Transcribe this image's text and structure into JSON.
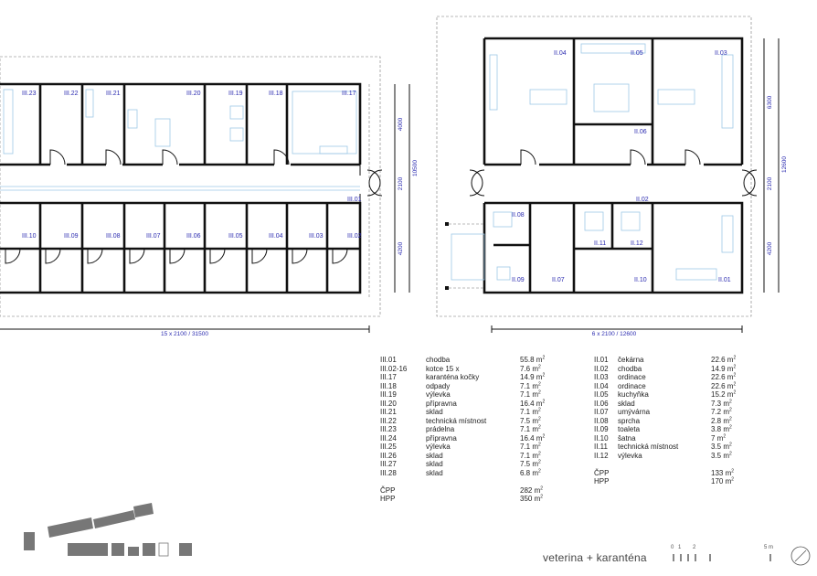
{
  "drawing_title": "veterina + karanténa",
  "scale_labels": [
    "0",
    "1",
    "2",
    "5 m"
  ],
  "colors": {
    "labels": "#2b2bb0",
    "walls": "#111111",
    "fixtures": "#9ec9e6"
  },
  "left_plan": {
    "top_rooms": [
      "III.23",
      "III.22",
      "III.21",
      "III.20",
      "III.19",
      "III.18",
      "III.17"
    ],
    "corridor": "III.01",
    "bottom_rooms": [
      "III.10",
      "III.09",
      "III.08",
      "III.07",
      "III.06",
      "III.05",
      "III.04",
      "III.03",
      "III.02"
    ],
    "dims": {
      "width": "15 x 2100 / 31500",
      "top_depth": "4000",
      "corridor": "2100",
      "bottom_depth": "4200",
      "total": "10500"
    }
  },
  "right_plan": {
    "rooms": [
      "II.04",
      "II.05",
      "II.03",
      "II.06",
      "II.02",
      "II.08",
      "II.11",
      "II.12",
      "II.09",
      "II.07",
      "II.10",
      "II.01"
    ],
    "dims": {
      "width": "6 x 2100 / 12600",
      "top_depth": "6300",
      "corridor": "2100",
      "bottom_depth": "4200",
      "total": "12600"
    }
  },
  "table_left": {
    "rows": [
      {
        "code": "III.01",
        "name": "chodba",
        "area": "55.8 m",
        "unit": "2"
      },
      {
        "code": "III.02-16",
        "name": "kotce 15 x",
        "area": "7.6 m",
        "unit": "2"
      },
      {
        "code": "III.17",
        "name": "karanténa kočky",
        "area": "14.9 m",
        "unit": "2"
      },
      {
        "code": "III.18",
        "name": "odpady",
        "area": "7.1 m",
        "unit": "2"
      },
      {
        "code": "III.19",
        "name": "výlevka",
        "area": "7.1 m",
        "unit": "2"
      },
      {
        "code": "III.20",
        "name": "přípravna",
        "area": "16.4 m",
        "unit": "2"
      },
      {
        "code": "III.21",
        "name": "sklad",
        "area": "7.1 m",
        "unit": "2"
      },
      {
        "code": "III.22",
        "name": "technická místnost",
        "area": "7.5 m",
        "unit": "2"
      },
      {
        "code": "III.23",
        "name": "prádelna",
        "area": "7.1 m",
        "unit": "2"
      },
      {
        "code": "III.24",
        "name": "přípravna",
        "area": "16.4 m",
        "unit": "2"
      },
      {
        "code": "III.25",
        "name": "výlevka",
        "area": "7.1 m",
        "unit": "2"
      },
      {
        "code": "III.26",
        "name": "sklad",
        "area": "7.1 m",
        "unit": "2"
      },
      {
        "code": "III.27",
        "name": "sklad",
        "area": "7.5 m",
        "unit": "2"
      },
      {
        "code": "III.28",
        "name": "sklad",
        "area": "6.8 m",
        "unit": "2"
      }
    ],
    "totals": [
      {
        "code": "ČPP",
        "area": "282 m",
        "unit": "2"
      },
      {
        "code": "HPP",
        "area": "350 m",
        "unit": "2"
      }
    ]
  },
  "table_right": {
    "rows": [
      {
        "code": "II.01",
        "name": "čekárna",
        "area": "22.6 m",
        "unit": "2"
      },
      {
        "code": "II.02",
        "name": "chodba",
        "area": "14.9 m",
        "unit": "2"
      },
      {
        "code": "II.03",
        "name": "ordinace",
        "area": "22.6 m",
        "unit": "2"
      },
      {
        "code": "II.04",
        "name": "ordinace",
        "area": "22.6 m",
        "unit": "2"
      },
      {
        "code": "II.05",
        "name": "kuchyňka",
        "area": "15.2 m",
        "unit": "2"
      },
      {
        "code": "II.06",
        "name": "sklad",
        "area": "7.3 m",
        "unit": "2"
      },
      {
        "code": "II.07",
        "name": "umývárna",
        "area": "7.2 m",
        "unit": "2"
      },
      {
        "code": "II.08",
        "name": "sprcha",
        "area": "2.8 m",
        "unit": "2"
      },
      {
        "code": "II.09",
        "name": "toaleta",
        "area": "3.8 m",
        "unit": "2"
      },
      {
        "code": "II.10",
        "name": "šatna",
        "area": "7 m",
        "unit": "2"
      },
      {
        "code": "II.11",
        "name": "technická místnost",
        "area": "3.5 m",
        "unit": "2"
      },
      {
        "code": "II.12",
        "name": "výlevka",
        "area": "3.5 m",
        "unit": "2"
      }
    ],
    "totals": [
      {
        "code": "ČPP",
        "area": "133 m",
        "unit": "2"
      },
      {
        "code": "HPP",
        "area": "170 m",
        "unit": "2"
      }
    ]
  }
}
